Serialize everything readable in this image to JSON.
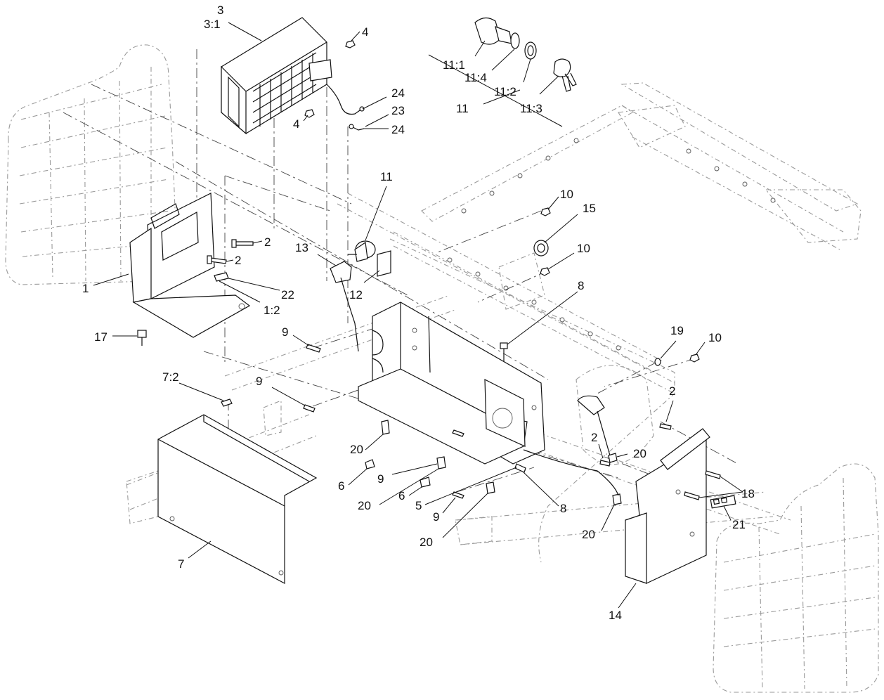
{
  "callouts": [
    {
      "id": "c3",
      "text": "3"
    },
    {
      "id": "c3_1",
      "text": "3:1"
    },
    {
      "id": "c4a",
      "text": "4"
    },
    {
      "id": "c4b",
      "text": "4"
    },
    {
      "id": "c24a",
      "text": "24"
    },
    {
      "id": "c23",
      "text": "23"
    },
    {
      "id": "c24b",
      "text": "24"
    },
    {
      "id": "c11_1",
      "text": "11:1"
    },
    {
      "id": "c11_4",
      "text": "11:4"
    },
    {
      "id": "c11_2",
      "text": "11:2"
    },
    {
      "id": "c11_3",
      "text": "11:3"
    },
    {
      "id": "c11a",
      "text": "11"
    },
    {
      "id": "c11b",
      "text": "11"
    },
    {
      "id": "c2a",
      "text": "2"
    },
    {
      "id": "c2b",
      "text": "2"
    },
    {
      "id": "c1",
      "text": "1"
    },
    {
      "id": "c22",
      "text": "22"
    },
    {
      "id": "c1_2",
      "text": "1:2"
    },
    {
      "id": "c13",
      "text": "13"
    },
    {
      "id": "c12",
      "text": "12"
    },
    {
      "id": "c10a",
      "text": "10"
    },
    {
      "id": "c15",
      "text": "15"
    },
    {
      "id": "c10b",
      "text": "10"
    },
    {
      "id": "c8a",
      "text": "8"
    },
    {
      "id": "c17",
      "text": "17"
    },
    {
      "id": "c9a",
      "text": "9"
    },
    {
      "id": "c19",
      "text": "19"
    },
    {
      "id": "c10c",
      "text": "10"
    },
    {
      "id": "c7_2",
      "text": "7:2"
    },
    {
      "id": "c9b",
      "text": "9"
    },
    {
      "id": "c2c",
      "text": "2"
    },
    {
      "id": "c20a",
      "text": "20"
    },
    {
      "id": "c2d",
      "text": "2"
    },
    {
      "id": "c20b",
      "text": "20"
    },
    {
      "id": "c6a",
      "text": "6"
    },
    {
      "id": "c9c",
      "text": "9"
    },
    {
      "id": "c18",
      "text": "18"
    },
    {
      "id": "c20c",
      "text": "20"
    },
    {
      "id": "c6b",
      "text": "6"
    },
    {
      "id": "c5",
      "text": "5"
    },
    {
      "id": "c8b",
      "text": "8"
    },
    {
      "id": "c21",
      "text": "21"
    },
    {
      "id": "c9d",
      "text": "9"
    },
    {
      "id": "c20d",
      "text": "20"
    },
    {
      "id": "c20e",
      "text": "20"
    },
    {
      "id": "c7",
      "text": "7"
    },
    {
      "id": "c14",
      "text": "14"
    }
  ],
  "colors": {
    "ink": "#111111",
    "ghost": "#9a9a9a",
    "background": "#ffffff"
  }
}
